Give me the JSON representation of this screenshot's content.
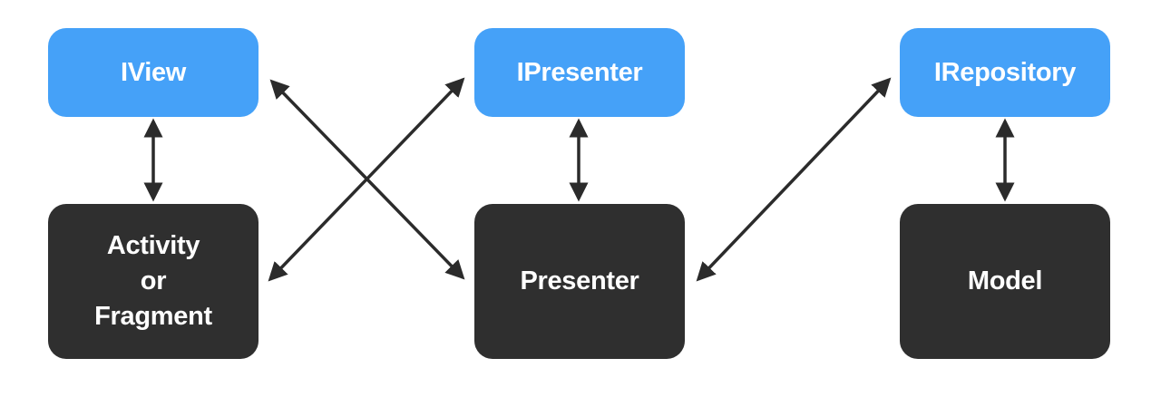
{
  "nodes": {
    "iview": {
      "label": "IView",
      "kind": "interface"
    },
    "ipresenter": {
      "label": "IPresenter",
      "kind": "interface"
    },
    "irepository": {
      "label": "IRepository",
      "kind": "interface"
    },
    "activity": {
      "label": "Activity\nor\nFragment",
      "kind": "implementation"
    },
    "presenter": {
      "label": "Presenter",
      "kind": "implementation"
    },
    "model": {
      "label": "Model",
      "kind": "implementation"
    }
  },
  "edges": [
    {
      "from": "iview",
      "to": "activity",
      "direction": "both"
    },
    {
      "from": "ipresenter",
      "to": "presenter",
      "direction": "both"
    },
    {
      "from": "irepository",
      "to": "model",
      "direction": "both"
    },
    {
      "from": "iview",
      "to": "presenter",
      "direction": "both"
    },
    {
      "from": "activity",
      "to": "ipresenter",
      "direction": "both"
    },
    {
      "from": "presenter",
      "to": "irepository",
      "direction": "both"
    }
  ],
  "colors": {
    "interface": "#45a1f8",
    "implementation": "#2f2f2f",
    "arrow": "#2b2b2b",
    "text": "#ffffff"
  }
}
